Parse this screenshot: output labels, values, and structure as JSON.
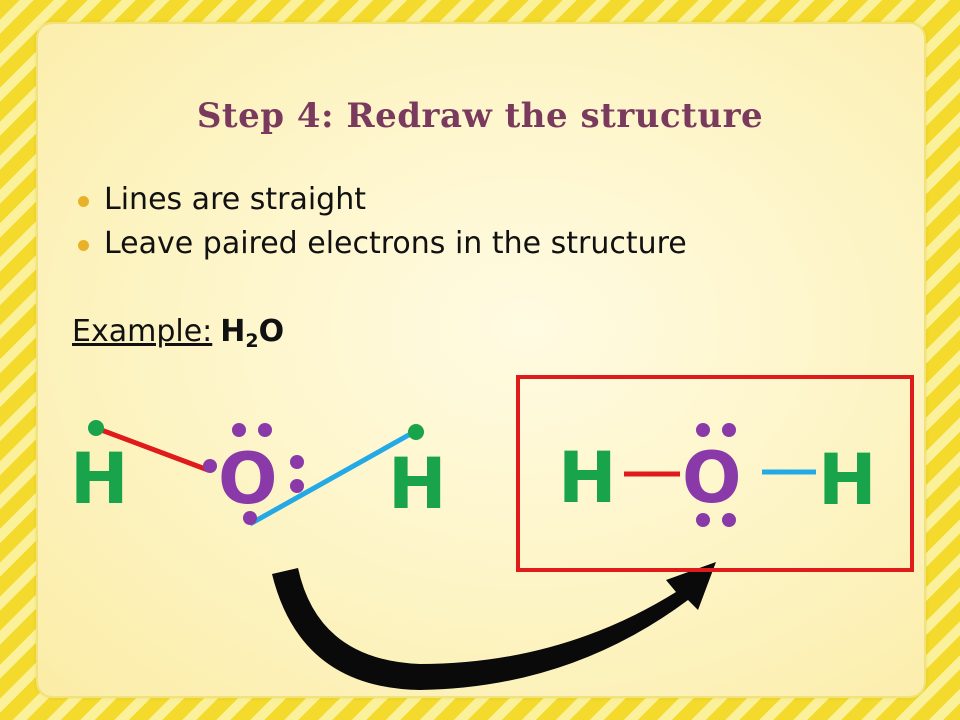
{
  "title": "Step 4: Redraw the structure",
  "bullets": [
    "Lines are straight",
    "Leave paired electrons in the structure"
  ],
  "example": {
    "label": "Example:",
    "formula_h": "H",
    "formula_sub": "2",
    "formula_o": "O"
  },
  "left_structure": {
    "h_left": "H",
    "o": "O",
    "h_right": "H"
  },
  "right_structure": {
    "h_left": "H",
    "o": "O",
    "h_right": "H"
  },
  "colors": {
    "hydrogen": "#19a34a",
    "oxygen": "#8a3aa8",
    "bond_left": "#e01b1b",
    "bond_right": "#22a9e6",
    "box": "#e01b1b",
    "title": "#7a3a5e",
    "bullet": "#e9b12a"
  }
}
